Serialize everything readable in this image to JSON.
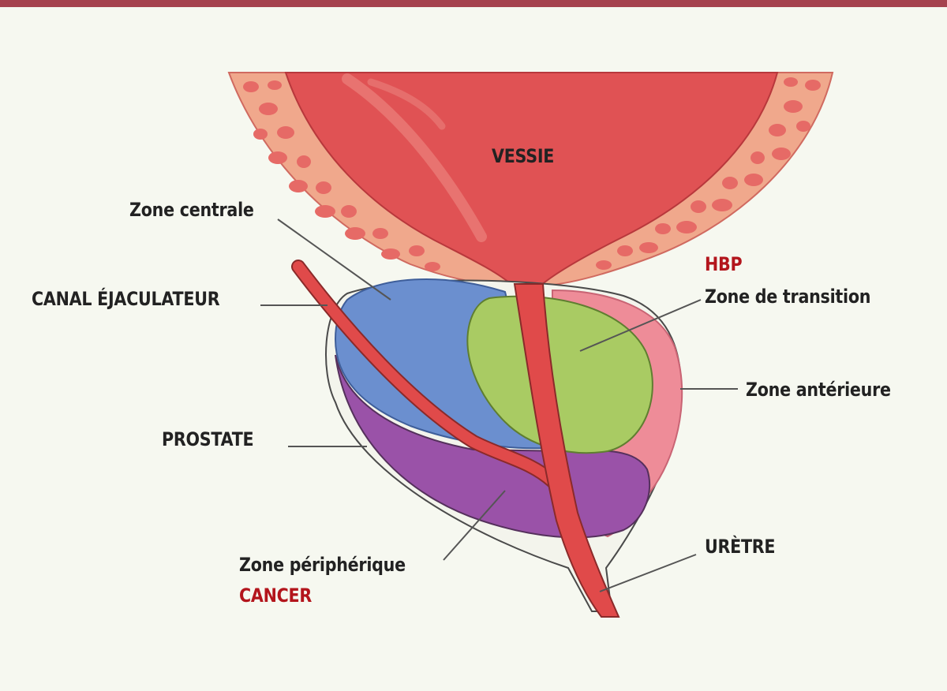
{
  "labels": {
    "vessie": "VESSIE",
    "zone_centrale": "Zone centrale",
    "canal_ejaculateur": "CANAL ÉJACULATEUR",
    "prostate": "PROSTATE",
    "zone_peripherique": "Zone périphérique",
    "cancer": "CANCER",
    "hbp": "HBP",
    "zone_transition": "Zone de transition",
    "zone_anterieure": "Zone antérieure",
    "uretre": "URÈTRE"
  },
  "colors": {
    "background": "#f6f8f0",
    "top_bar": "#a5424e",
    "bladder": "#e05254",
    "bladder_wall": "#f0a88c",
    "bladder_cells": "#e66a66",
    "central_zone": "#6b8fcf",
    "transition_zone": "#a9cb63",
    "anterior_zone": "#ee8c98",
    "peripheral_zone": "#9a52a8",
    "urethra": "#e04a4a",
    "highlight_text": "#b3151c",
    "text": "#222222"
  }
}
